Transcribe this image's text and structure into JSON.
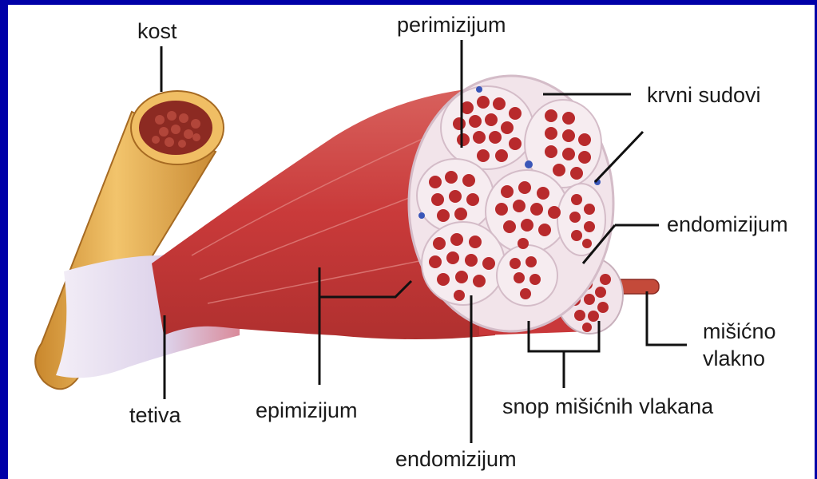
{
  "labels": {
    "kost": "kost",
    "perimizijum": "perimizijum",
    "krvni_sudovi": "krvni sudovi",
    "endomizijum_right": "endomizijum",
    "misicno": "mišićno",
    "vlakno": "vlakno",
    "snop": "snop mišićnih vlakana",
    "endomizijum_bottom": "endomizijum",
    "epimizijum": "epimizijum",
    "tetiva": "tetiva"
  },
  "colors": {
    "slide_border": "#0000a8",
    "background": "#ffffff",
    "bone": "#e3a94a",
    "bone_marrow": "#8c2a22",
    "tendon": "#e6dcef",
    "muscle": "#c8383a",
    "fascicle_fiber": "#b82a2c",
    "connective_tissue": "#f2e4ea",
    "blood_vessel": "#3a56b8",
    "leader_line": "#111111"
  }
}
